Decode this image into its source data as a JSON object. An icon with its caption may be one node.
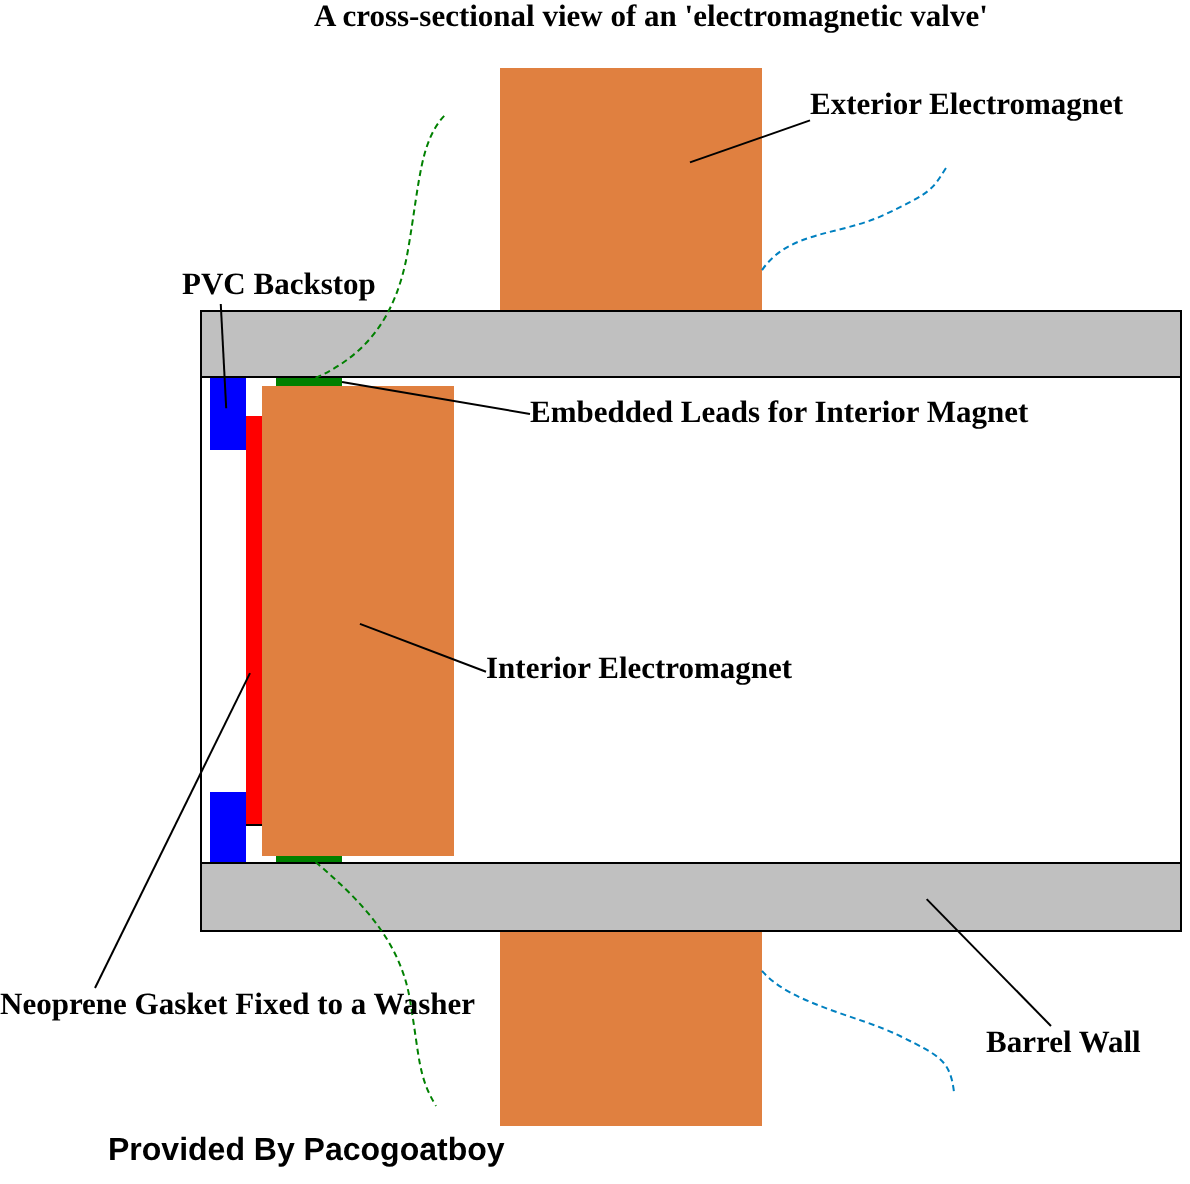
{
  "diagram": {
    "title": "A cross-sectional view of an 'electromagnetic valve'",
    "nodes": [
      {
        "text": [
          "Exterior Electromagnet"
        ]
      },
      {
        "text": [],
        "shape": "box"
      },
      {
        "text": [
          "PVC Backstop"
        ]
      },
      {
        "text": [],
        "shape": "box"
      },
      {
        "text": [],
        "shape": "box"
      },
      {
        "text": [
          "Embedded Leads for Interior Magnet"
        ]
      },
      {
        "text": [],
        "shape": "box"
      },
      {
        "text": [
          "Interior Electromagnet"
        ]
      },
      {
        "text": [],
        "shape": "box"
      },
      {
        "text": [],
        "shape": "box"
      },
      {
        "text": [],
        "shape": "box"
      },
      {
        "text": [],
        "shape": "box"
      },
      {
        "text": [],
        "shape": "box"
      },
      {
        "text": [],
        "shape": "box"
      },
      {
        "text": [
          "Neoprene Gasket Fixed to a Washer"
        ]
      },
      {
        "text": [
          "Barrel Wall"
        ]
      }
    ],
    "edges": [
      {
        "from": 0,
        "to": 1,
        "arrow": "none"
      },
      {
        "from": 2,
        "to": 4,
        "arrow": "none"
      },
      {
        "from": 5,
        "to": 6,
        "arrow": "none"
      },
      {
        "from": 7,
        "to": 8,
        "arrow": "none"
      },
      {
        "from": 14,
        "to": 9,
        "arrow": "none"
      },
      {
        "from": 15,
        "to": 12,
        "arrow": "none"
      },
      {
        "from": 6,
        "to": null,
        "arrow": "none",
        "style": "dashed",
        "color": "#008000"
      },
      {
        "from": 1,
        "to": null,
        "arrow": "none",
        "style": "dashed",
        "color": "#0080c0"
      },
      {
        "from": 11,
        "to": null,
        "arrow": "none",
        "style": "dashed",
        "color": "#008000"
      },
      {
        "from": 13,
        "to": null,
        "arrow": "none",
        "style": "dashed",
        "color": "#0080c0"
      }
    ],
    "labels": [
      "Provided By Pacogoatboy"
    ]
  }
}
